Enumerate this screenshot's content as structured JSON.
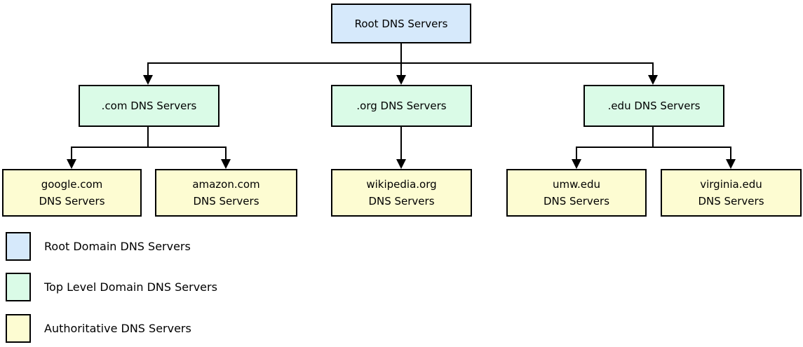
{
  "diagram": {
    "type": "tree",
    "nodes": {
      "root": {
        "label": "Root DNS Servers",
        "level": "root"
      },
      "com": {
        "label": ".com DNS Servers",
        "level": "tld"
      },
      "org": {
        "label": ".org DNS Servers",
        "level": "tld"
      },
      "edu": {
        "label": ".edu DNS Servers",
        "level": "tld"
      },
      "google": {
        "line1": "google.com",
        "line2": "DNS Servers",
        "level": "authoritative"
      },
      "amazon": {
        "line1": "amazon.com",
        "line2": "DNS Servers",
        "level": "authoritative"
      },
      "wikipedia": {
        "line1": "wikipedia.org",
        "line2": "DNS Servers",
        "level": "authoritative"
      },
      "umw": {
        "line1": "umw.edu",
        "line2": "DNS Servers",
        "level": "authoritative"
      },
      "virginia": {
        "line1": "virginia.edu",
        "line2": "DNS Servers",
        "level": "authoritative"
      }
    },
    "edges": [
      {
        "from": "root",
        "to": "com"
      },
      {
        "from": "root",
        "to": "org"
      },
      {
        "from": "root",
        "to": "edu"
      },
      {
        "from": "com",
        "to": "google"
      },
      {
        "from": "com",
        "to": "amazon"
      },
      {
        "from": "org",
        "to": "wikipedia"
      },
      {
        "from": "edu",
        "to": "umw"
      },
      {
        "from": "edu",
        "to": "virginia"
      }
    ],
    "colors": {
      "root_fill": "#d6e9fb",
      "tld_fill": "#dafbe7",
      "authoritative_fill": "#fdfcd2",
      "border": "#000000",
      "line": "#000000",
      "background": "#ffffff"
    }
  },
  "legend": {
    "items": [
      {
        "label": "Root Domain DNS Servers",
        "color": "#d6e9fb"
      },
      {
        "label": "Top Level Domain DNS Servers",
        "color": "#dafbe7"
      },
      {
        "label": "Authoritative DNS Servers",
        "color": "#fdfcd2"
      }
    ]
  }
}
